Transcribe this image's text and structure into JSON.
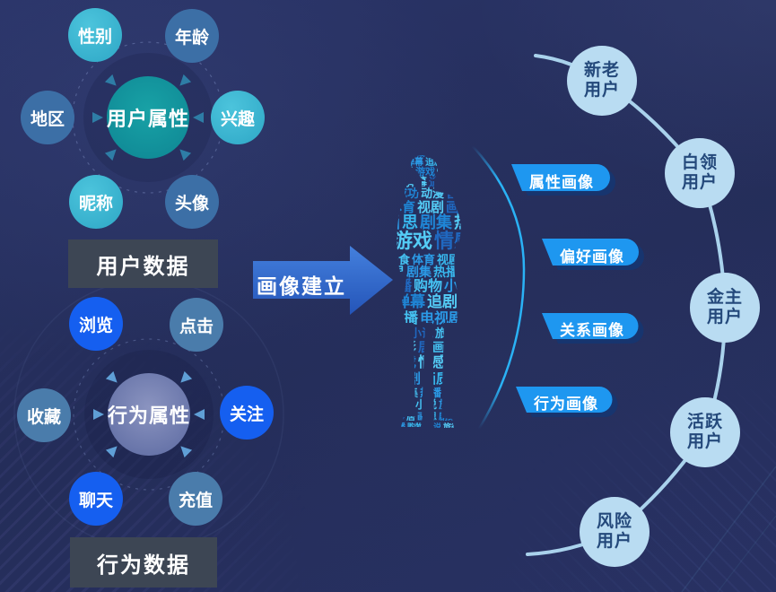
{
  "hub_user": {
    "center_label": "用户属性",
    "caption": "用户数据",
    "satellites": [
      {
        "label": "性别"
      },
      {
        "label": "年龄"
      },
      {
        "label": "地区"
      },
      {
        "label": "兴趣"
      },
      {
        "label": "昵称"
      },
      {
        "label": "头像"
      }
    ]
  },
  "hub_behavior": {
    "center_label": "行为属性",
    "caption": "行为数据",
    "satellites": [
      {
        "label": "浏览"
      },
      {
        "label": "点击"
      },
      {
        "label": "收藏"
      },
      {
        "label": "关注"
      },
      {
        "label": "聊天"
      },
      {
        "label": "充值"
      }
    ]
  },
  "arrow_label": "画像建立",
  "portrait_tags": [
    {
      "label": "属性画像"
    },
    {
      "label": "偏好画像"
    },
    {
      "label": "关系画像"
    },
    {
      "label": "行为画像"
    }
  ],
  "user_groups": [
    {
      "line1": "新老",
      "line2": "用户"
    },
    {
      "line1": "白领",
      "line2": "用户"
    },
    {
      "line1": "金主",
      "line2": "用户"
    },
    {
      "line1": "活跃",
      "line2": "用户"
    },
    {
      "line1": "风险",
      "line2": "用户"
    }
  ],
  "figure": {
    "words": [
      "电视剧",
      "成功",
      "动漫",
      "音乐",
      "游戏",
      "情感",
      "综艺",
      "直播",
      "购物",
      "小说",
      "旅行",
      "美食",
      "体育",
      "视剧",
      "画质",
      "会员",
      "弹幕",
      "追剧",
      "明星",
      "电影",
      "居",
      "画",
      "思",
      "剧集",
      "热播"
    ],
    "palette": [
      "#38b8ee",
      "#1f86d6",
      "#54ccf6",
      "#2068c0",
      "#45c2f2",
      "#2b9ae6"
    ]
  },
  "colors": {
    "background": "#27315f",
    "teal_satellite": "#2ea7c6",
    "steel_satellite": "#3c6fa6",
    "bright_satellite": "#155ff0",
    "hub1_center": "#0e8593",
    "hub2_center": "#5b69a1",
    "caption_box": "#3d4654",
    "arrow": "#2f66c8",
    "tag": "#1e97f0",
    "group_circle": "#b9dcf2",
    "big_arc": "#a9d2ec",
    "cyan_arc": "#2ab2f5"
  }
}
